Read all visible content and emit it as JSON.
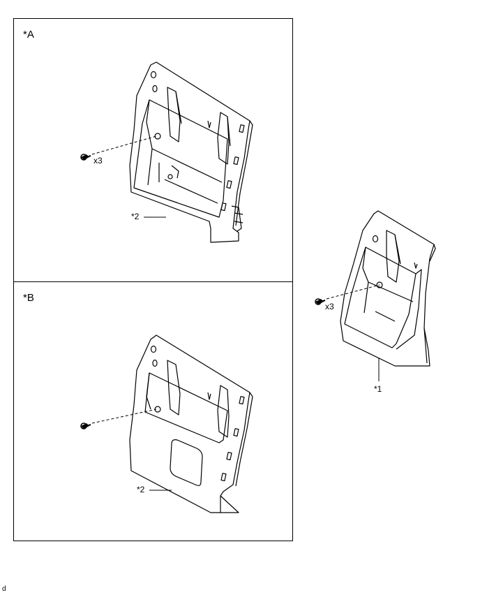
{
  "panels": [
    {
      "label": "*A",
      "qty": "x3",
      "callout": "*2"
    },
    {
      "label": "*B",
      "callout": "*2"
    }
  ],
  "standalone": {
    "qty": "x3",
    "callout": "*1"
  },
  "footer": {
    "code": "d"
  }
}
